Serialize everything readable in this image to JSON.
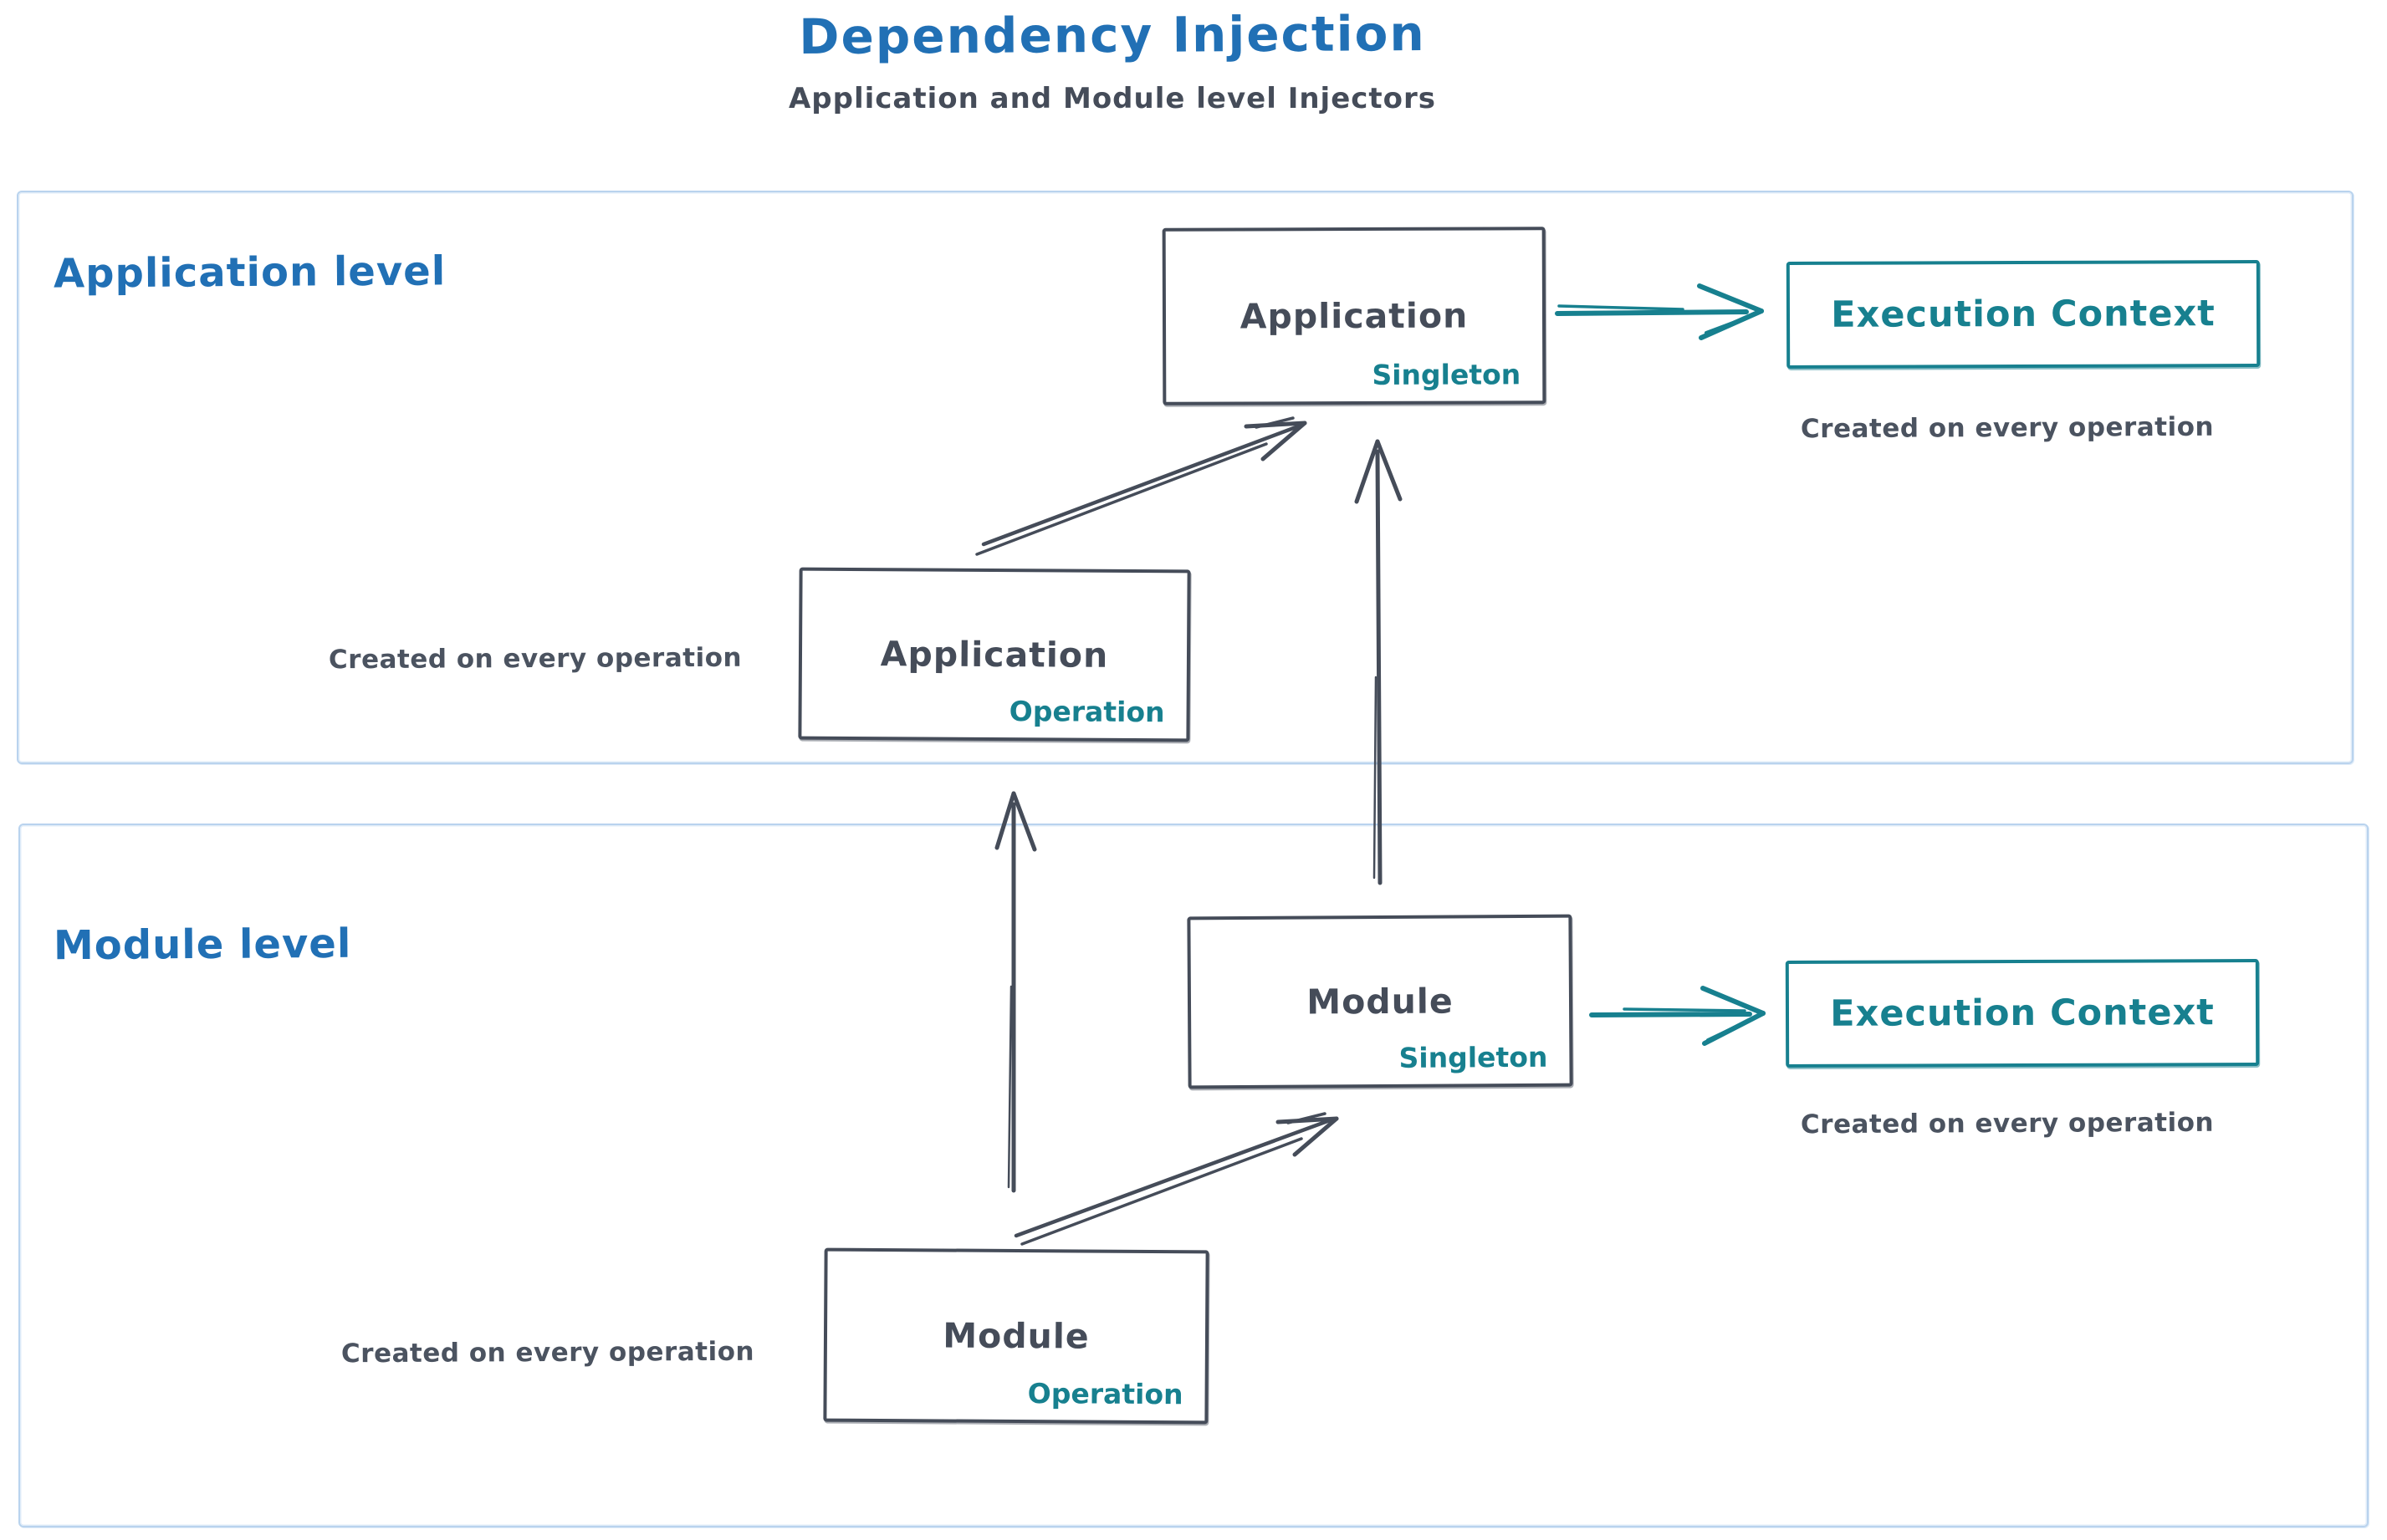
{
  "title": "Dependency Injection",
  "subtitle": "Application and Module level Injectors",
  "colors": {
    "heading_blue": "#2170b5",
    "ink": "#454c59",
    "teal": "#17808f",
    "section_border": "#b9d3ee"
  },
  "application": {
    "label": "Application level",
    "singleton": {
      "title": "Application",
      "badge": "Singleton"
    },
    "operation": {
      "title": "Application",
      "badge": "Operation"
    },
    "operation_caption": "Created on every operation",
    "execution_context": {
      "label": "Execution Context",
      "caption": "Created on every operation"
    }
  },
  "module": {
    "label": "Module level",
    "singleton": {
      "title": "Module",
      "badge": "Singleton"
    },
    "operation": {
      "title": "Module",
      "badge": "Operation"
    },
    "operation_caption": "Created on every operation",
    "execution_context": {
      "label": "Execution Context",
      "caption": "Created on every operation"
    }
  },
  "connections": [
    {
      "from": "application-singleton",
      "to": "application-execution-context"
    },
    {
      "from": "application-operation",
      "to": "application-singleton"
    },
    {
      "from": "module-singleton",
      "to": "application-singleton"
    },
    {
      "from": "module-singleton",
      "to": "module-execution-context"
    },
    {
      "from": "module-operation",
      "to": "module-singleton"
    },
    {
      "from": "module-operation",
      "to": "application-operation"
    }
  ]
}
